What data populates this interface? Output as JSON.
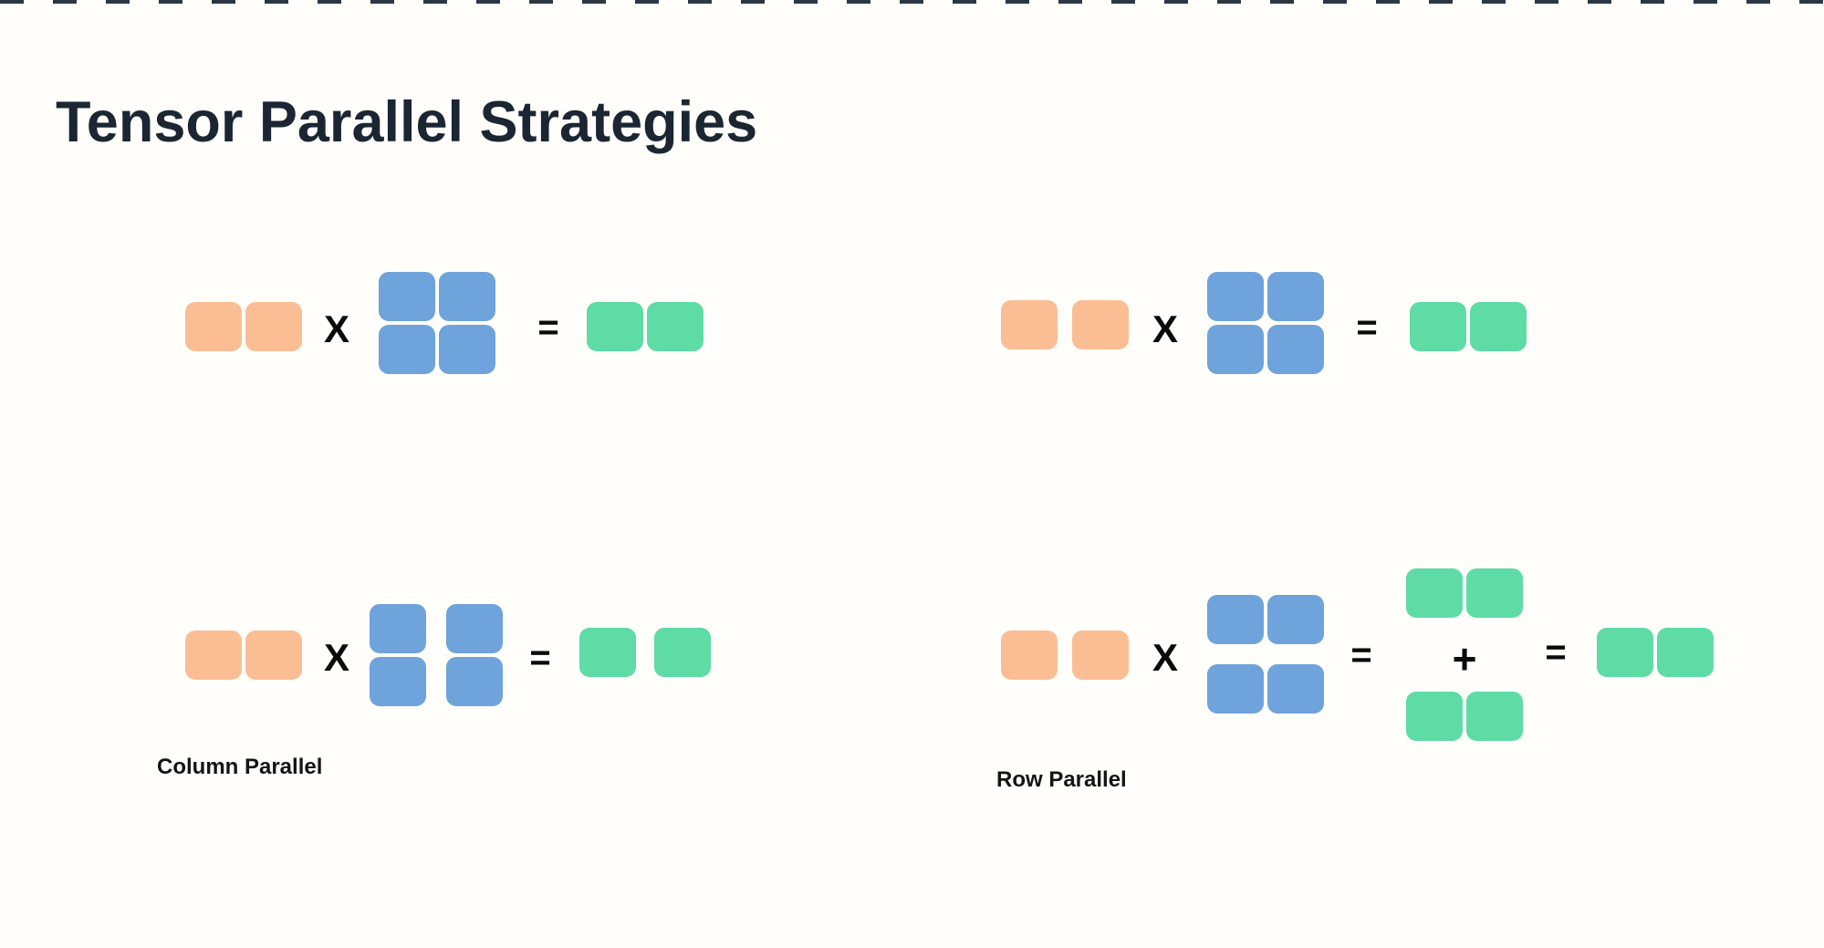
{
  "title": "Tensor Parallel Strategies",
  "colors": {
    "background": "#fffefb",
    "dash": "#2b3844",
    "text": "#1b2632",
    "label": "#141414",
    "operator": "#0b0b0b",
    "input": "#fbbe94",
    "weight": "#6fa3db",
    "output": "#5fdba5"
  },
  "operators": {
    "multiply": "X",
    "equals": "=",
    "plus": "+"
  },
  "labels": {
    "column_parallel": "Column Parallel",
    "row_parallel": "Row Parallel"
  },
  "diagrams": [
    {
      "id": "baseline-left",
      "equation": "activation (1x2, orange) X weights (2x2, blue, unsplit) = output (1x2, green)",
      "label": ""
    },
    {
      "id": "baseline-right",
      "equation": "activation (1x2, orange) X weights (2x2, blue, unsplit) = output (1x2, green)",
      "label": ""
    },
    {
      "id": "column-parallel",
      "equation": "activation (1x2, orange) X weights (2x2, blue, split by columns) = output (1x2, green, split by columns)",
      "label": "Column Parallel"
    },
    {
      "id": "row-parallel",
      "equation": "activation (1x2, orange) X weights (2x2, blue, split by rows) = partial outputs (two 1x2 green) + summed = output (1x2, green)",
      "label": "Row Parallel"
    }
  ]
}
